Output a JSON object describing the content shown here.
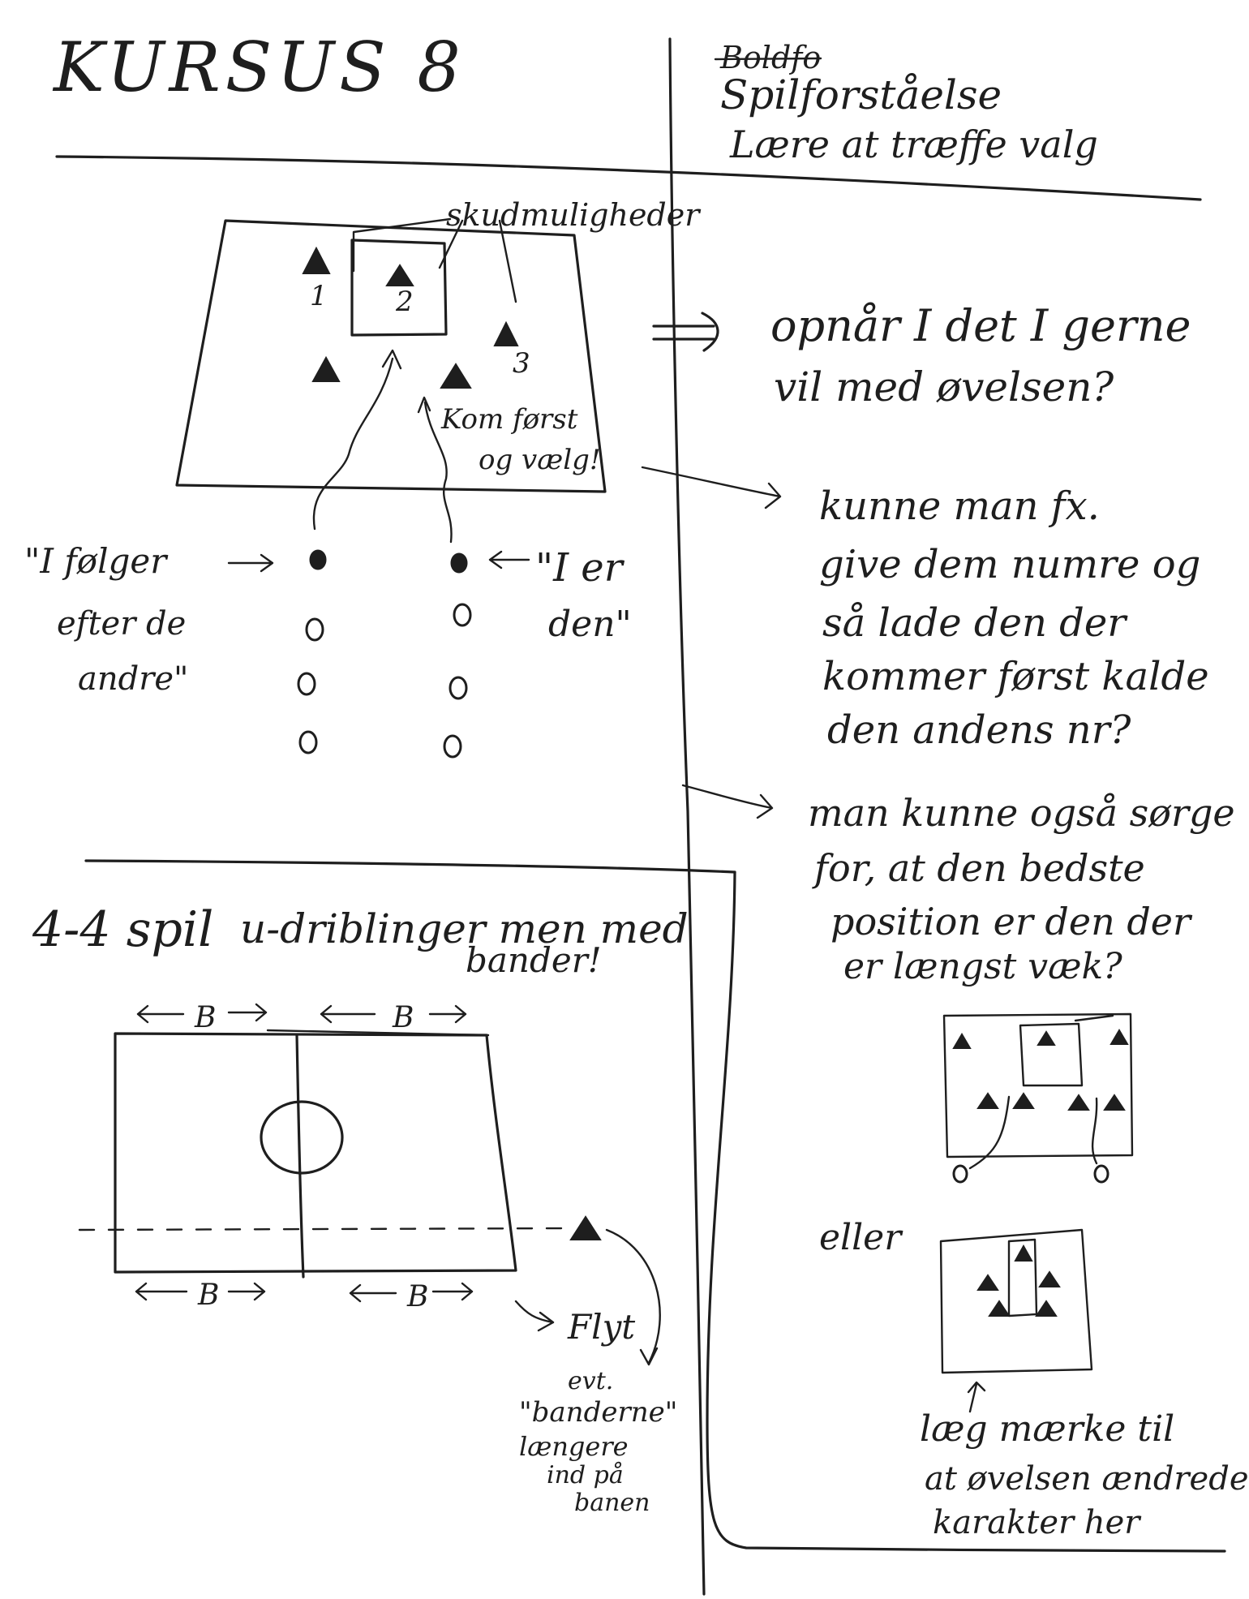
{
  "header": {
    "title": "KURSUS 8",
    "topic_struck": "Boldfo",
    "topic_lines": [
      "Spilforståelse",
      "Lære at træffe valg"
    ]
  },
  "exercise1": {
    "shot_label": "skudmuligheder",
    "cone_numbers": [
      "1",
      "2",
      "3"
    ],
    "come_first": [
      "Kom først",
      "og vælg!"
    ],
    "left_quote": [
      "\"I følger",
      "efter de",
      "andre\""
    ],
    "right_quote": [
      "\"I er",
      "den\""
    ],
    "question1": [
      "opnår I det I gerne",
      "vil med øvelsen?"
    ],
    "question2": [
      "kunne man fx.",
      "give dem numre og",
      "så lade den der",
      "kommer først kalde",
      "den andens nr?"
    ],
    "question3": [
      "man kunne også sørge",
      "for, at den bedste",
      "position er den der",
      "er længst væk?"
    ],
    "or_label": "eller",
    "note": [
      "læg mærke til",
      "at øvelsen ændrede",
      "karakter her"
    ]
  },
  "exercise2": {
    "title": "4-4 spil",
    "subtitle": [
      "u-driblinger men med",
      "bander!"
    ],
    "board_labels": [
      "B",
      "B",
      "B",
      "B"
    ],
    "move_label": "Flyt",
    "move_note": [
      "evt.",
      "\"banderne\"",
      "længere",
      "ind på",
      "banen"
    ]
  }
}
